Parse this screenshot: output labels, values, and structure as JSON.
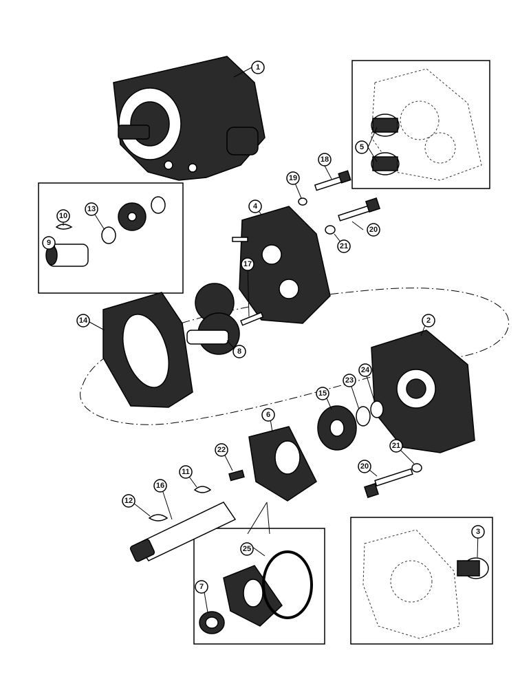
{
  "callouts": [
    {
      "label": "1"
    },
    {
      "label": "5"
    },
    {
      "label": "18"
    },
    {
      "label": "19"
    },
    {
      "label": "4"
    },
    {
      "label": "20"
    },
    {
      "label": "21"
    },
    {
      "label": "10"
    },
    {
      "label": "13"
    },
    {
      "label": "9"
    },
    {
      "label": "17"
    },
    {
      "label": "14"
    },
    {
      "label": "8"
    },
    {
      "label": "2"
    },
    {
      "label": "23"
    },
    {
      "label": "24"
    },
    {
      "label": "15"
    },
    {
      "label": "6"
    },
    {
      "label": "22"
    },
    {
      "label": "11"
    },
    {
      "label": "12"
    },
    {
      "label": "16"
    },
    {
      "label": "21"
    },
    {
      "label": "20"
    },
    {
      "label": "25"
    },
    {
      "label": "7"
    },
    {
      "label": "3"
    }
  ]
}
